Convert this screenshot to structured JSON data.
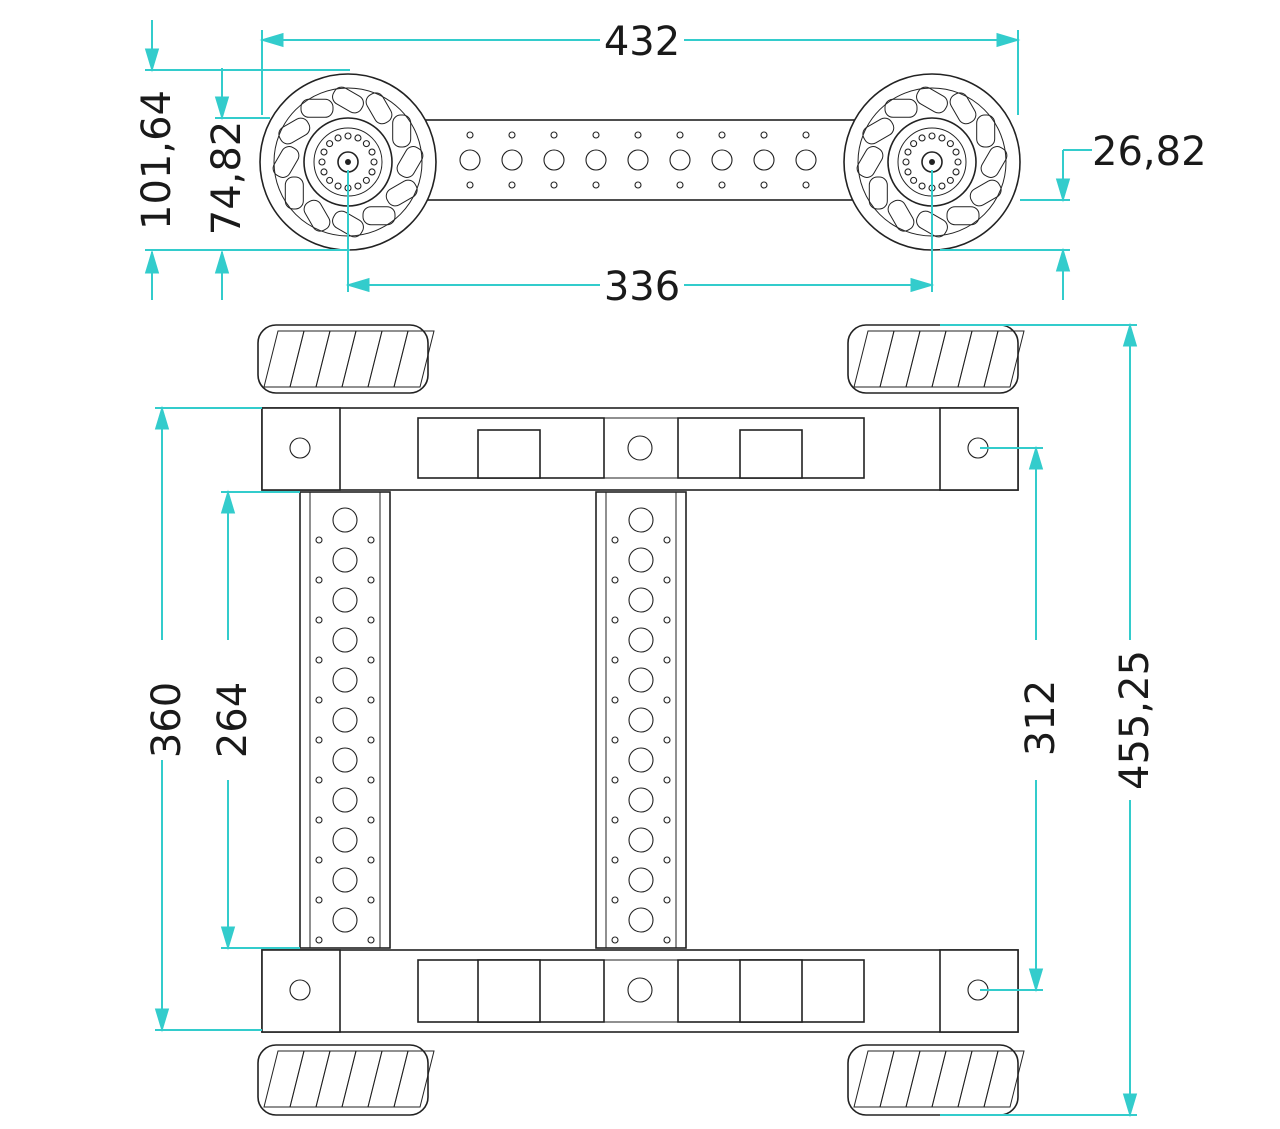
{
  "colors": {
    "dimension": "#33cccc",
    "linework": "#222222",
    "background": "#ffffff"
  },
  "top_view": {
    "overall_width": "432",
    "axle_spacing": "336",
    "wheel_diameter": "101,64",
    "hub_height": "74,82",
    "side_offset": "26,82"
  },
  "plan_view": {
    "frame_length": "360",
    "inner_length": "264",
    "axle_spacing": "312",
    "overall_length": "455,25"
  }
}
